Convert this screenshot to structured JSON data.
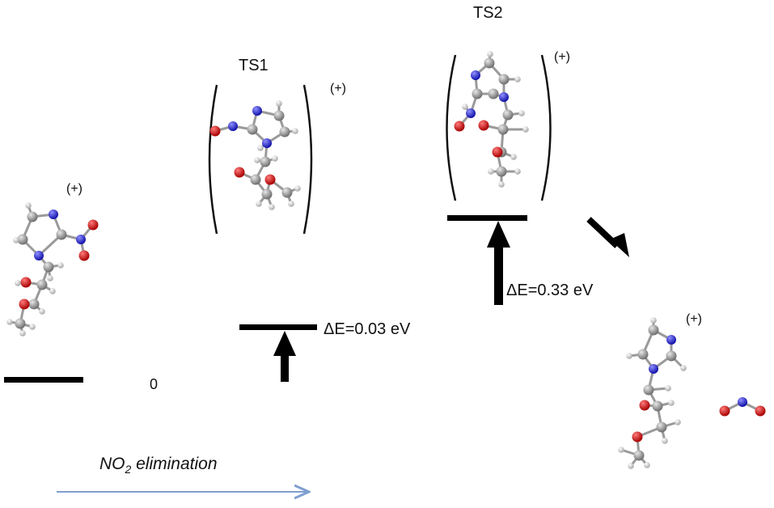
{
  "labels": {
    "ts1": "TS1",
    "ts2": "TS2",
    "zero": "0",
    "de_ts1": "ΔE=0.03 eV",
    "de_ts2": "ΔE=0.33 eV",
    "axis_prefix": "NO",
    "axis_sub": "2",
    "axis_suffix": " elimination"
  },
  "charges": {
    "reactant": "(+)",
    "ts1": "(+)",
    "ts2": "(+)",
    "product": "(+)"
  },
  "colors": {
    "carbon": "#8c8c8c",
    "nitrogen": "#2222cc",
    "oxygen": "#cc1111",
    "hydrogen": "#e6e6e6",
    "bond": "#9a9a9a",
    "level": "#000000",
    "axis_arrow": "#7f9fcf"
  }
}
